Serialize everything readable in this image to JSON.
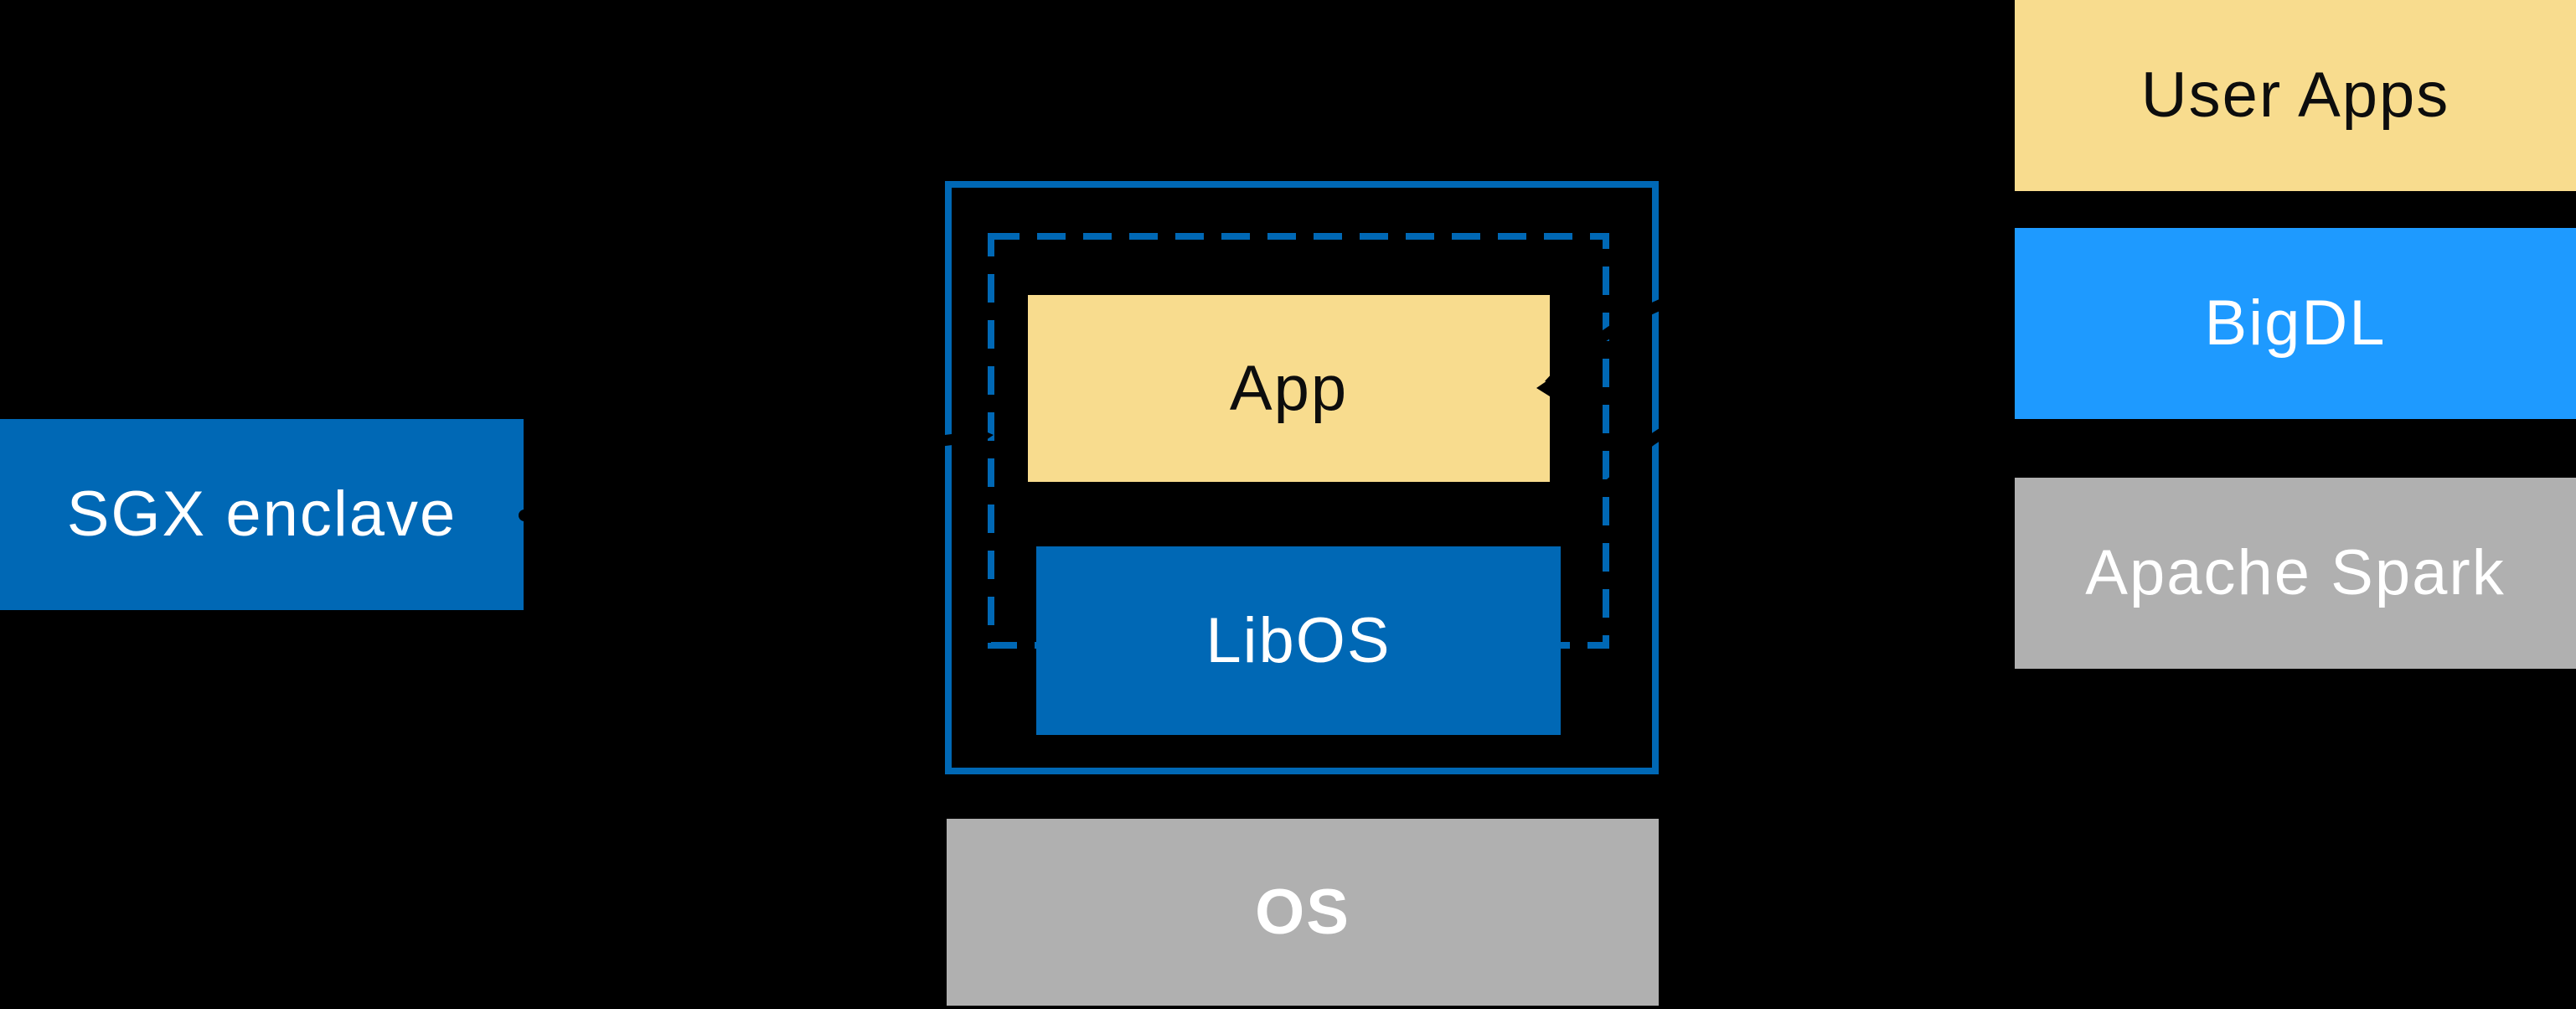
{
  "labels": {
    "sgx_enclave": "SGX enclave",
    "app": "App",
    "libos": "LibOS",
    "os": "OS"
  },
  "right_stack": [
    {
      "label": "User Apps"
    },
    {
      "label": "BigDL"
    },
    {
      "label": "Apache Spark"
    }
  ],
  "colors": {
    "background": "#000000",
    "intel_blue": "#0068B5",
    "bigdl_blue": "#1E9AFF",
    "light_yellow": "#F8DC8E",
    "gray": "#B0B0B0",
    "text_dark": "#0D0D0D",
    "text_light": "#FFFFFF",
    "arrow_black": "#000000"
  }
}
